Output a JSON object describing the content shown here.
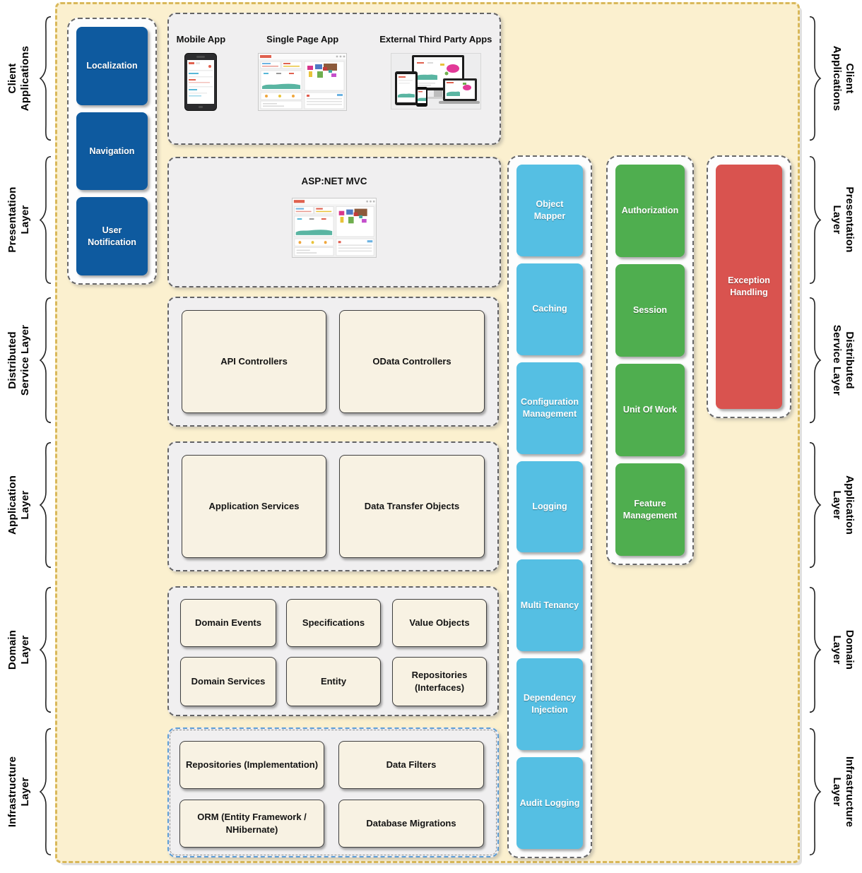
{
  "layers": [
    {
      "label": "Client\nApplications"
    },
    {
      "label": "Presentation\nLayer"
    },
    {
      "label": "Distributed\nService Layer"
    },
    {
      "label": "Application\nLayer"
    },
    {
      "label": "Domain\nLayer"
    },
    {
      "label": "Infrastructure\nLayer"
    }
  ],
  "presentation_sidebar": {
    "items": [
      {
        "label": "Localization"
      },
      {
        "label": "Navigation"
      },
      {
        "label": "User\nNotification"
      }
    ]
  },
  "client_apps": {
    "figures": [
      {
        "label": "Mobile App"
      },
      {
        "label": "Single Page App"
      },
      {
        "label": "External Third Party Apps"
      }
    ]
  },
  "presentation": {
    "title": "ASP:NET MVC"
  },
  "distributed_service": {
    "boxes": [
      {
        "label": "API Controllers"
      },
      {
        "label": "OData Controllers"
      }
    ]
  },
  "application": {
    "boxes": [
      {
        "label": "Application Services"
      },
      {
        "label": "Data Transfer Objects"
      }
    ]
  },
  "domain": {
    "boxes": [
      {
        "label": "Domain Events"
      },
      {
        "label": "Specifications"
      },
      {
        "label": "Value Objects"
      },
      {
        "label": "Domain Services"
      },
      {
        "label": "Entity"
      },
      {
        "label": "Repositories\n(Interfaces)"
      }
    ]
  },
  "infrastructure": {
    "boxes": [
      {
        "label": "Repositories (Implementation)"
      },
      {
        "label": "Data Filters"
      },
      {
        "label": "ORM (Entity Framework /\nNHibernate)"
      },
      {
        "label": "Database Migrations"
      }
    ]
  },
  "cross_cutting": {
    "column1": {
      "items": [
        {
          "label": "Object Mapper"
        },
        {
          "label": "Caching"
        },
        {
          "label": "Configuration\nManagement"
        },
        {
          "label": "Logging"
        },
        {
          "label": "Multi Tenancy"
        },
        {
          "label": "Dependency\nInjection"
        },
        {
          "label": "Audit Logging"
        }
      ]
    },
    "column2": {
      "items": [
        {
          "label": "Authorization"
        },
        {
          "label": "Session"
        },
        {
          "label": "Unit Of Work"
        },
        {
          "label": "Feature\nManagement"
        }
      ]
    },
    "column3": {
      "items": [
        {
          "label": "Exception\nHandling"
        }
      ]
    }
  },
  "colors": {
    "board_bg": "#fbf0cf",
    "board_border": "#d9b85a",
    "panel_bg": "#f0eff0",
    "cream_box_bg": "#f8f2e3",
    "blue": "#0e5a9f",
    "cyan": "#55bfe3",
    "green": "#4fae4f",
    "red": "#d9534f",
    "infra_border": "#5b9bd5"
  }
}
